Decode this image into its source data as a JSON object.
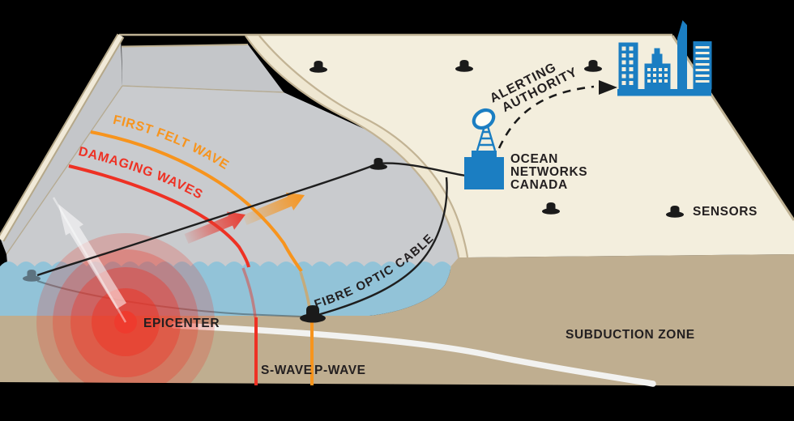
{
  "labels": {
    "first_felt_wave": "FIRST FELT WAVE",
    "damaging_waves": "DAMAGING WAVES",
    "epicenter": "EPICENTER",
    "s_wave": "S-WAVE",
    "p_wave": "P-WAVE",
    "fibre_optic_cable": "FIBRE OPTIC CABLE",
    "subduction_zone": "SUBDUCTION ZONE",
    "sensors": "SENSORS"
  },
  "station": {
    "name_lines": [
      "OCEAN",
      "NETWORKS",
      "CANADA"
    ]
  },
  "alerting_authority_lines": [
    "ALERTING",
    "AUTHORITY"
  ],
  "icons": {
    "sensor": "seafloor-sensor-hat",
    "station": "onc-shore-station-with-satellite-dish",
    "city": "city-skyline",
    "alert_arrow": "dashed-arc-arrow"
  },
  "colors": {
    "brand_blue": "#1b7ec2",
    "wave_orange": "#f7941d",
    "wave_red": "#ee3124",
    "epicenter_red": "#ee3b2e",
    "land_beige": "#f3eedd",
    "ocean_surface_gray": "#c9cbce",
    "water_blue": "#92c3d8",
    "seafloor_tan": "#bfae90",
    "beach_line_tan": "#c2b394",
    "cable_black": "#1e1e1e",
    "subduction_white": "#f2f2f0",
    "text_black": "#231f20"
  }
}
